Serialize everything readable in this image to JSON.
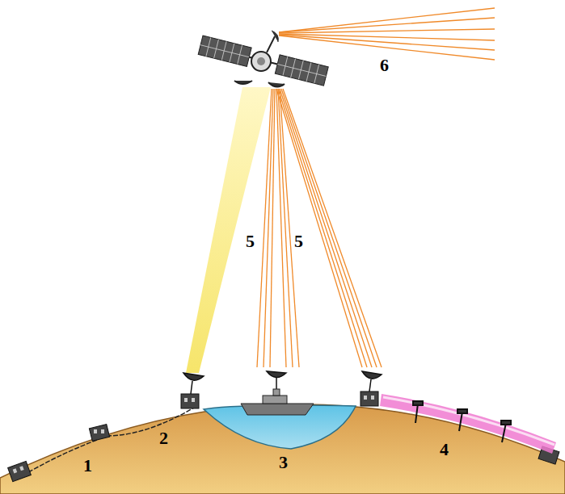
{
  "diagram": {
    "labels": [
      "1",
      "2",
      "3",
      "4",
      "5",
      "5",
      "6"
    ]
  }
}
